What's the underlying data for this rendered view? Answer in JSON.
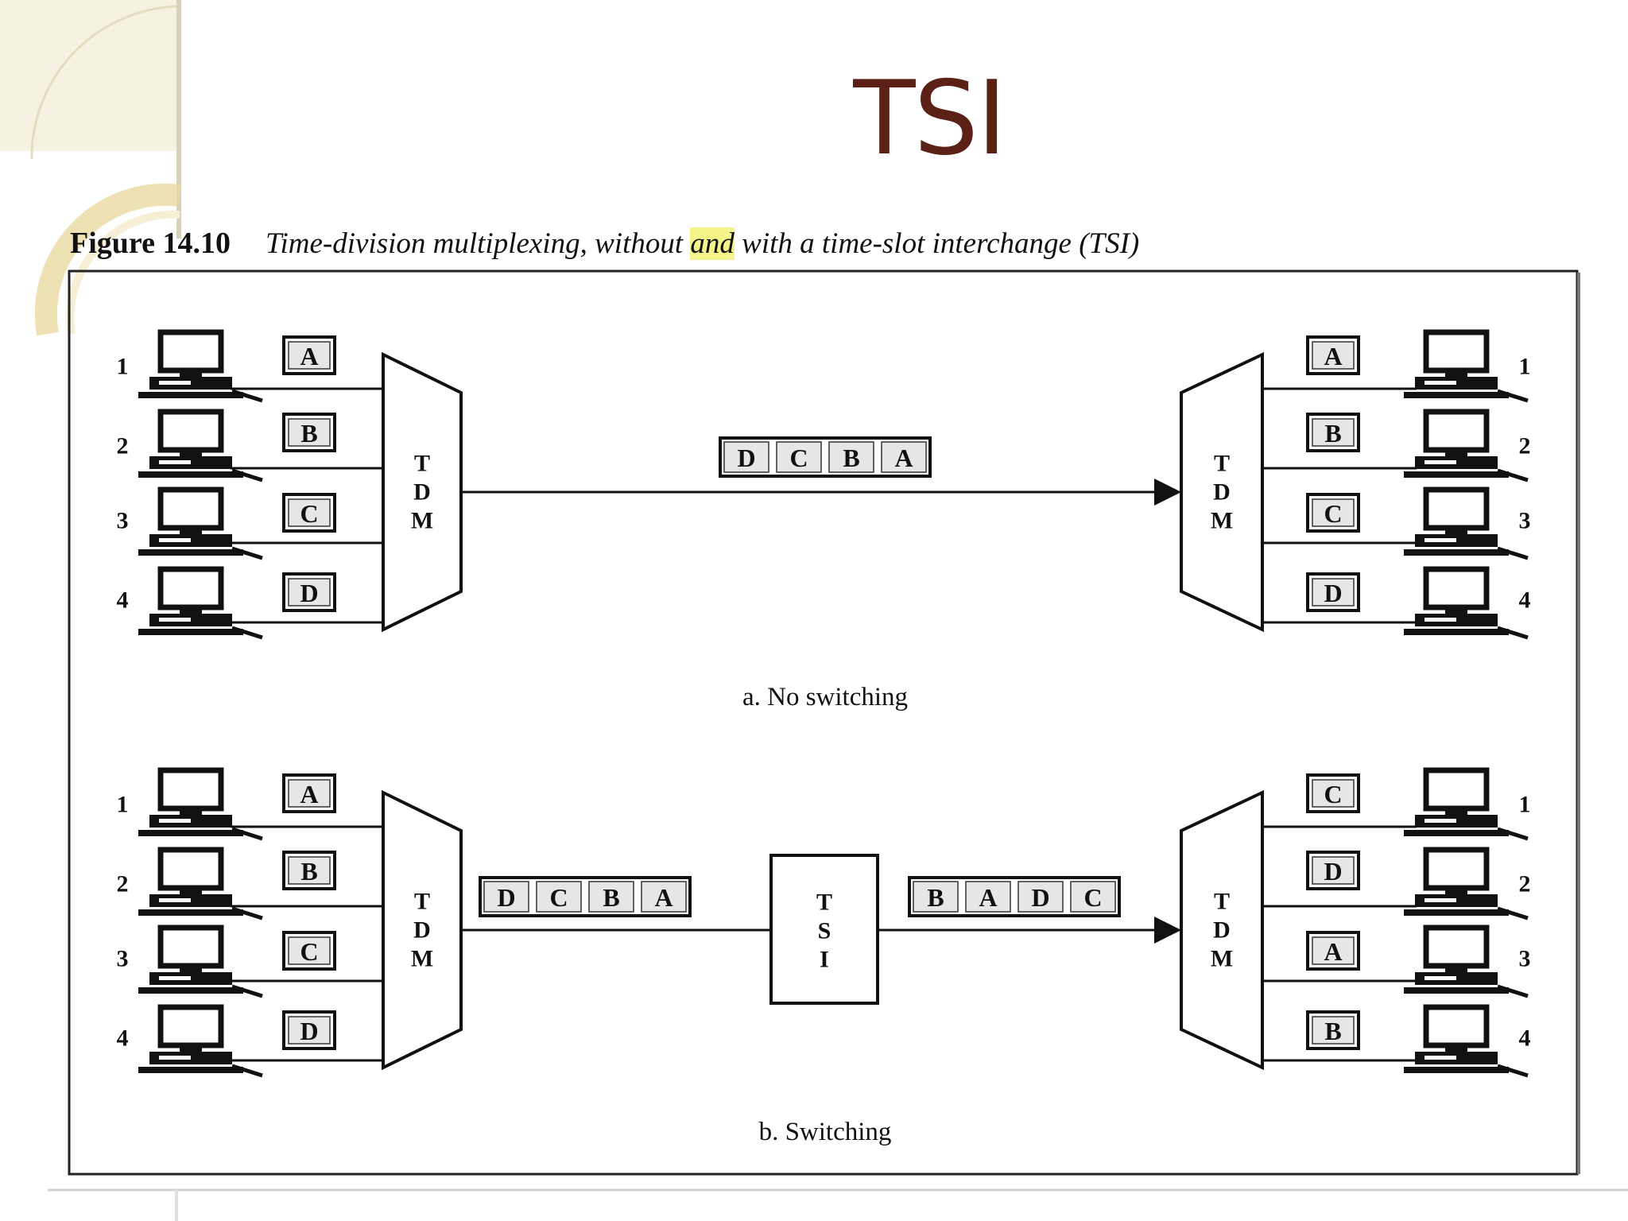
{
  "slide": {
    "title": "TSI"
  },
  "figure": {
    "label": "Figure 14.10",
    "caption_before": "Time-division multiplexing, without ",
    "caption_highlight": "and",
    "caption_after": " with a time-slot interchange (TSI)"
  },
  "panel_a": {
    "caption": "a. No switching",
    "left_stations": [
      {
        "number": "1",
        "slot": "A"
      },
      {
        "number": "2",
        "slot": "B"
      },
      {
        "number": "3",
        "slot": "C"
      },
      {
        "number": "4",
        "slot": "D"
      }
    ],
    "mux_label": [
      "T",
      "D",
      "M"
    ],
    "demux_label": [
      "T",
      "D",
      "M"
    ],
    "frame": [
      "D",
      "C",
      "B",
      "A"
    ],
    "right_stations": [
      {
        "number": "1",
        "slot": "A"
      },
      {
        "number": "2",
        "slot": "B"
      },
      {
        "number": "3",
        "slot": "C"
      },
      {
        "number": "4",
        "slot": "D"
      }
    ]
  },
  "panel_b": {
    "caption": "b. Switching",
    "left_stations": [
      {
        "number": "1",
        "slot": "A"
      },
      {
        "number": "2",
        "slot": "B"
      },
      {
        "number": "3",
        "slot": "C"
      },
      {
        "number": "4",
        "slot": "D"
      }
    ],
    "mux_label": [
      "T",
      "D",
      "M"
    ],
    "demux_label": [
      "T",
      "D",
      "M"
    ],
    "frame_in": [
      "D",
      "C",
      "B",
      "A"
    ],
    "tsi_label": [
      "T",
      "S",
      "I"
    ],
    "frame_out": [
      "B",
      "A",
      "D",
      "C"
    ],
    "right_stations": [
      {
        "number": "1",
        "slot": "C"
      },
      {
        "number": "2",
        "slot": "D"
      },
      {
        "number": "3",
        "slot": "A"
      },
      {
        "number": "4",
        "slot": "B"
      }
    ]
  },
  "colors": {
    "title": "#5b2016",
    "highlight": "#f4f48a",
    "slot_fill": "#e6e6e6",
    "decoration": "#e8dcae"
  }
}
